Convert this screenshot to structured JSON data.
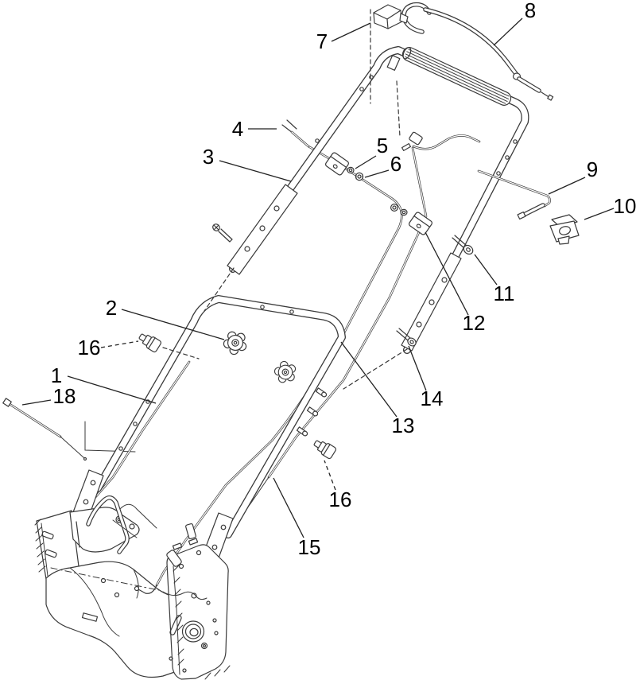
{
  "page": {
    "background_color": "#ffffff"
  },
  "diagram": {
    "kind": "exploded-parts-diagram",
    "subject": "handle-assembly",
    "line_color": "#3a3a3a",
    "label_color": "#000000",
    "callouts": [
      {
        "label": "7"
      },
      {
        "label": "8"
      },
      {
        "label": "4"
      },
      {
        "label": "3"
      },
      {
        "label": "5"
      },
      {
        "label": "6"
      },
      {
        "label": "9"
      },
      {
        "label": "10"
      },
      {
        "label": "11"
      },
      {
        "label": "12"
      },
      {
        "label": "2"
      },
      {
        "label": "16"
      },
      {
        "label": "1"
      },
      {
        "label": "18"
      },
      {
        "label": "13"
      },
      {
        "label": "14"
      },
      {
        "label": "16"
      },
      {
        "label": "15"
      }
    ]
  }
}
